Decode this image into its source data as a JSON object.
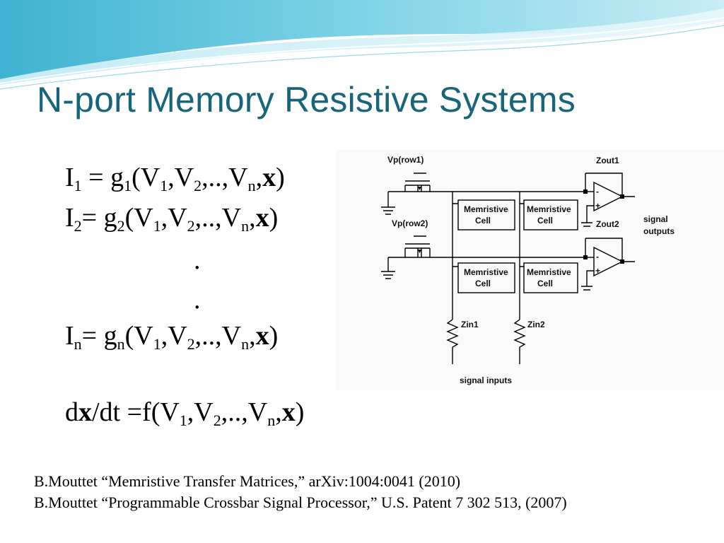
{
  "slide": {
    "title": "N-port Memory Resistive Systems",
    "equations": {
      "eq1": {
        "lhs": "I",
        "lhs_sub": "1",
        "func": "g",
        "func_sub": "1",
        "open": "(V",
        "s1": "1",
        "v2": ",V",
        "s2": "2",
        "vn": ",..,V",
        "sn": "n",
        "comma": ",",
        "state": "x",
        "close": ")"
      },
      "eq2": {
        "lhs": "I",
        "lhs_sub": "2",
        "func": "g",
        "func_sub": "2",
        "open": "(V",
        "s1": "1",
        "v2": ",V",
        "s2": "2",
        "vn": ",..,V",
        "sn": "n",
        "comma": ",",
        "state": "x",
        "close": ")"
      },
      "dot": ".",
      "eqn": {
        "lhs": "I",
        "lhs_sub": "n",
        "func": "g",
        "func_sub": "n",
        "open": "(V",
        "s1": "1",
        "v2": ",V",
        "s2": "2",
        "vn": ",..,V",
        "sn": "n",
        "comma": ",",
        "state": "x",
        "close": ")"
      },
      "dyn": {
        "d": "d",
        "state": "x",
        "rest": "/dt =f(V",
        "s1": "1",
        "v2": ",V",
        "s2": "2",
        "vn": ",..,V",
        "sn": "n",
        "comma": ",",
        "state2": "x",
        "close": ")"
      }
    },
    "circuit": {
      "vp_row1": "Vp(row1)",
      "vp_row2": "Vp(row2)",
      "cell_line1": "Memristive",
      "cell_line2": "Cell",
      "zout1": "Zout1",
      "zout2": "Zout2",
      "zin1": "Zin1",
      "zin2": "Zin2",
      "minus": "-",
      "plus": "+",
      "signal_outputs_1": "signal",
      "signal_outputs_2": "outputs",
      "signal_inputs": "signal inputs"
    },
    "references": [
      "B.Mouttet “Memristive Transfer Matrices,” arXiv:1004:0041 (2010)",
      "B.Mouttet “Programmable Crossbar Signal Processor,” U.S. Patent 7 302 513, (2007)"
    ],
    "colors": {
      "title": "#17657a",
      "wave_light": "#c9edf5",
      "wave_mid": "#7fd3e6",
      "wave_dark": "#3fb3d2"
    }
  }
}
